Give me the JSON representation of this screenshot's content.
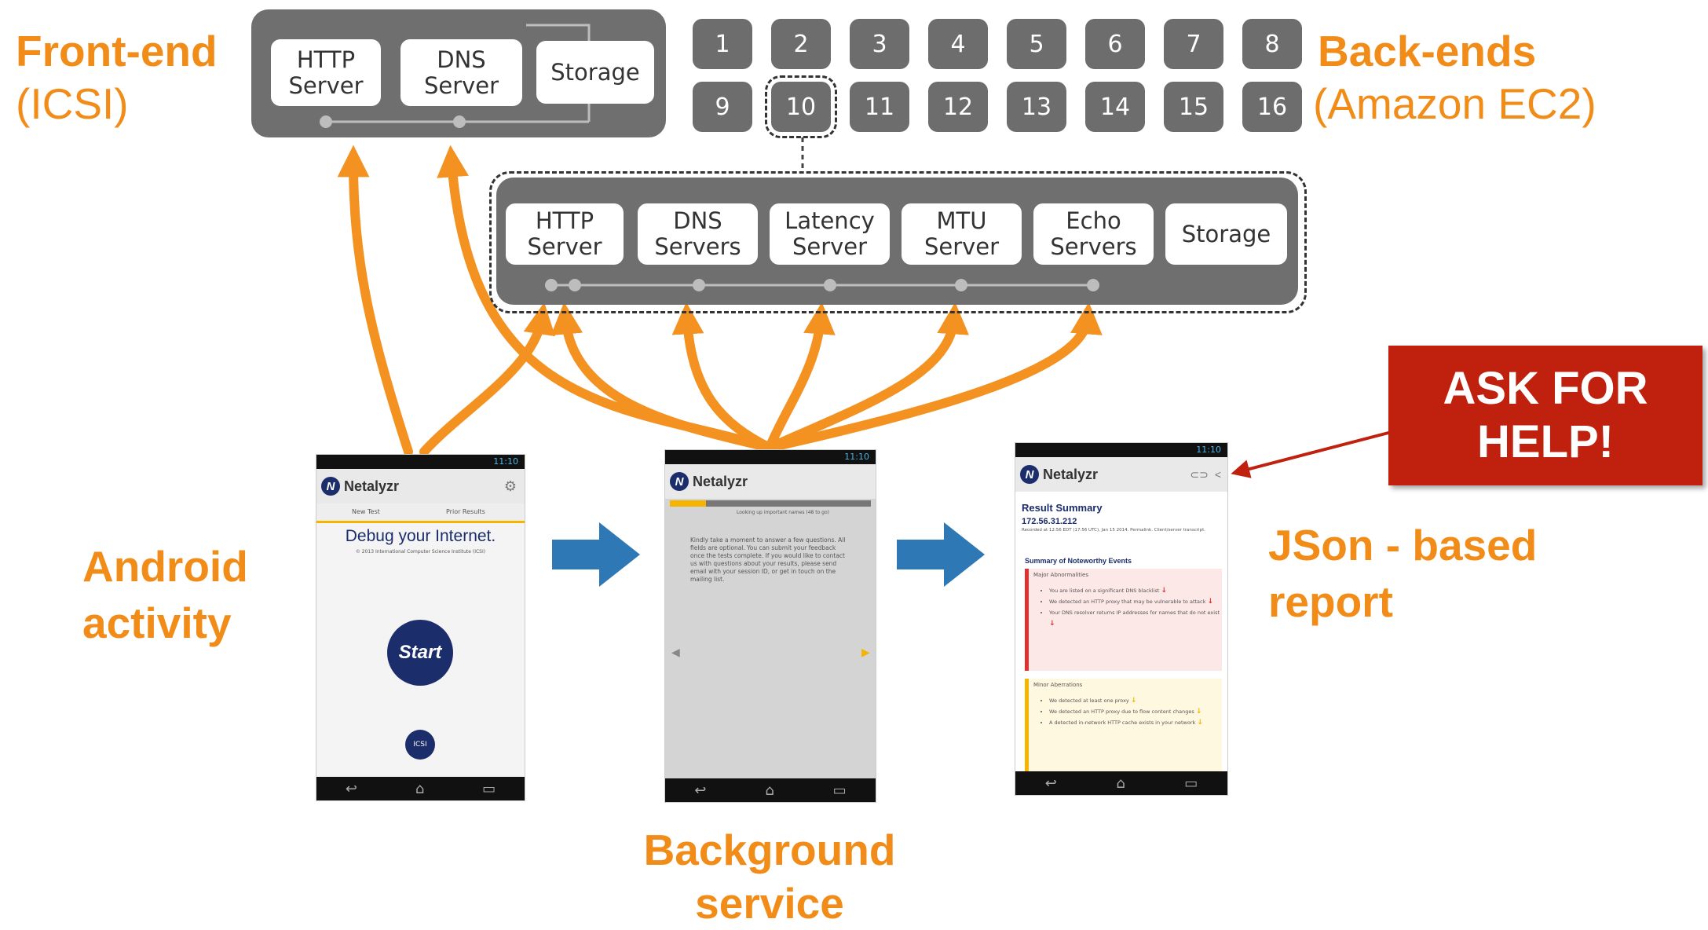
{
  "labels": {
    "frontend_title": "Front-end",
    "frontend_sub": "(ICSI)",
    "backends_title": "Back-ends",
    "backends_sub": "(Amazon EC2)",
    "android_activity": "Android activity",
    "background_service": "Background service",
    "json_report": "JSon - based report",
    "ask_for_help": "ASK FOR HELP!"
  },
  "frontend_panel": {
    "boxes": [
      {
        "line1": "HTTP",
        "line2": "Server"
      },
      {
        "line1": "DNS",
        "line2": "Server"
      },
      {
        "line1": "Storage",
        "line2": ""
      }
    ]
  },
  "backend_numbers": [
    "1",
    "2",
    "3",
    "4",
    "5",
    "6",
    "7",
    "8",
    "9",
    "10",
    "11",
    "12",
    "13",
    "14",
    "15",
    "16"
  ],
  "backend_panel": {
    "boxes": [
      {
        "line1": "HTTP",
        "line2": "Server"
      },
      {
        "line1": "DNS",
        "line2": "Servers"
      },
      {
        "line1": "Latency",
        "line2": "Server"
      },
      {
        "line1": "MTU",
        "line2": "Server"
      },
      {
        "line1": "Echo",
        "line2": "Servers"
      },
      {
        "line1": "Storage",
        "line2": ""
      }
    ]
  },
  "phones": {
    "app_name": "Netalyzr",
    "time": "11:10",
    "phone1": {
      "tab_new": "New Test",
      "tab_prior": "Prior Results",
      "headline": "Debug your Internet.",
      "copyright": "© 2013 International Computer Science Institute (ICSI)",
      "start_button": "Start",
      "icsi_logo": "ICSI"
    },
    "phone2": {
      "progress_text": "Looking up important names (48 to go)",
      "body": "Kindly take a moment to answer a few questions. All fields are optional. You can submit your feedback once the tests complete. If you would like to contact us with questions about your results, please send email with your session ID, or get in touch on the mailing list."
    },
    "phone3": {
      "result_summary": "Result Summary",
      "ip": "172.56.31.212",
      "recorded": "Recorded at 12:56 EDT (17:56 UTC), Jan 15 2014. Permalink. Client/server transcript.",
      "noteworthy": "Summary of Noteworthy Events",
      "major": "Major Abnormalities",
      "major_items": [
        "You are listed on a significant DNS blacklist",
        "We detected an HTTP proxy that may be vulnerable to attack",
        "Your DNS resolver returns IP addresses for names that do not exist"
      ],
      "minor": "Minor Aberrations",
      "minor_items": [
        "We detected at least one proxy",
        "We detected an HTTP proxy due to flow content changes",
        "A detected in-network HTTP cache exists in your network"
      ]
    }
  },
  "colors": {
    "orange": "#f28c18",
    "panel_gray": "#6f6f6f",
    "ask_red": "#c0210e",
    "blue_arrow": "#2e79b5"
  },
  "icons": [
    "up-arrow-icon",
    "right-arrow-icon",
    "share-icon",
    "back-nav-icon",
    "home-nav-icon",
    "recents-nav-icon"
  ]
}
